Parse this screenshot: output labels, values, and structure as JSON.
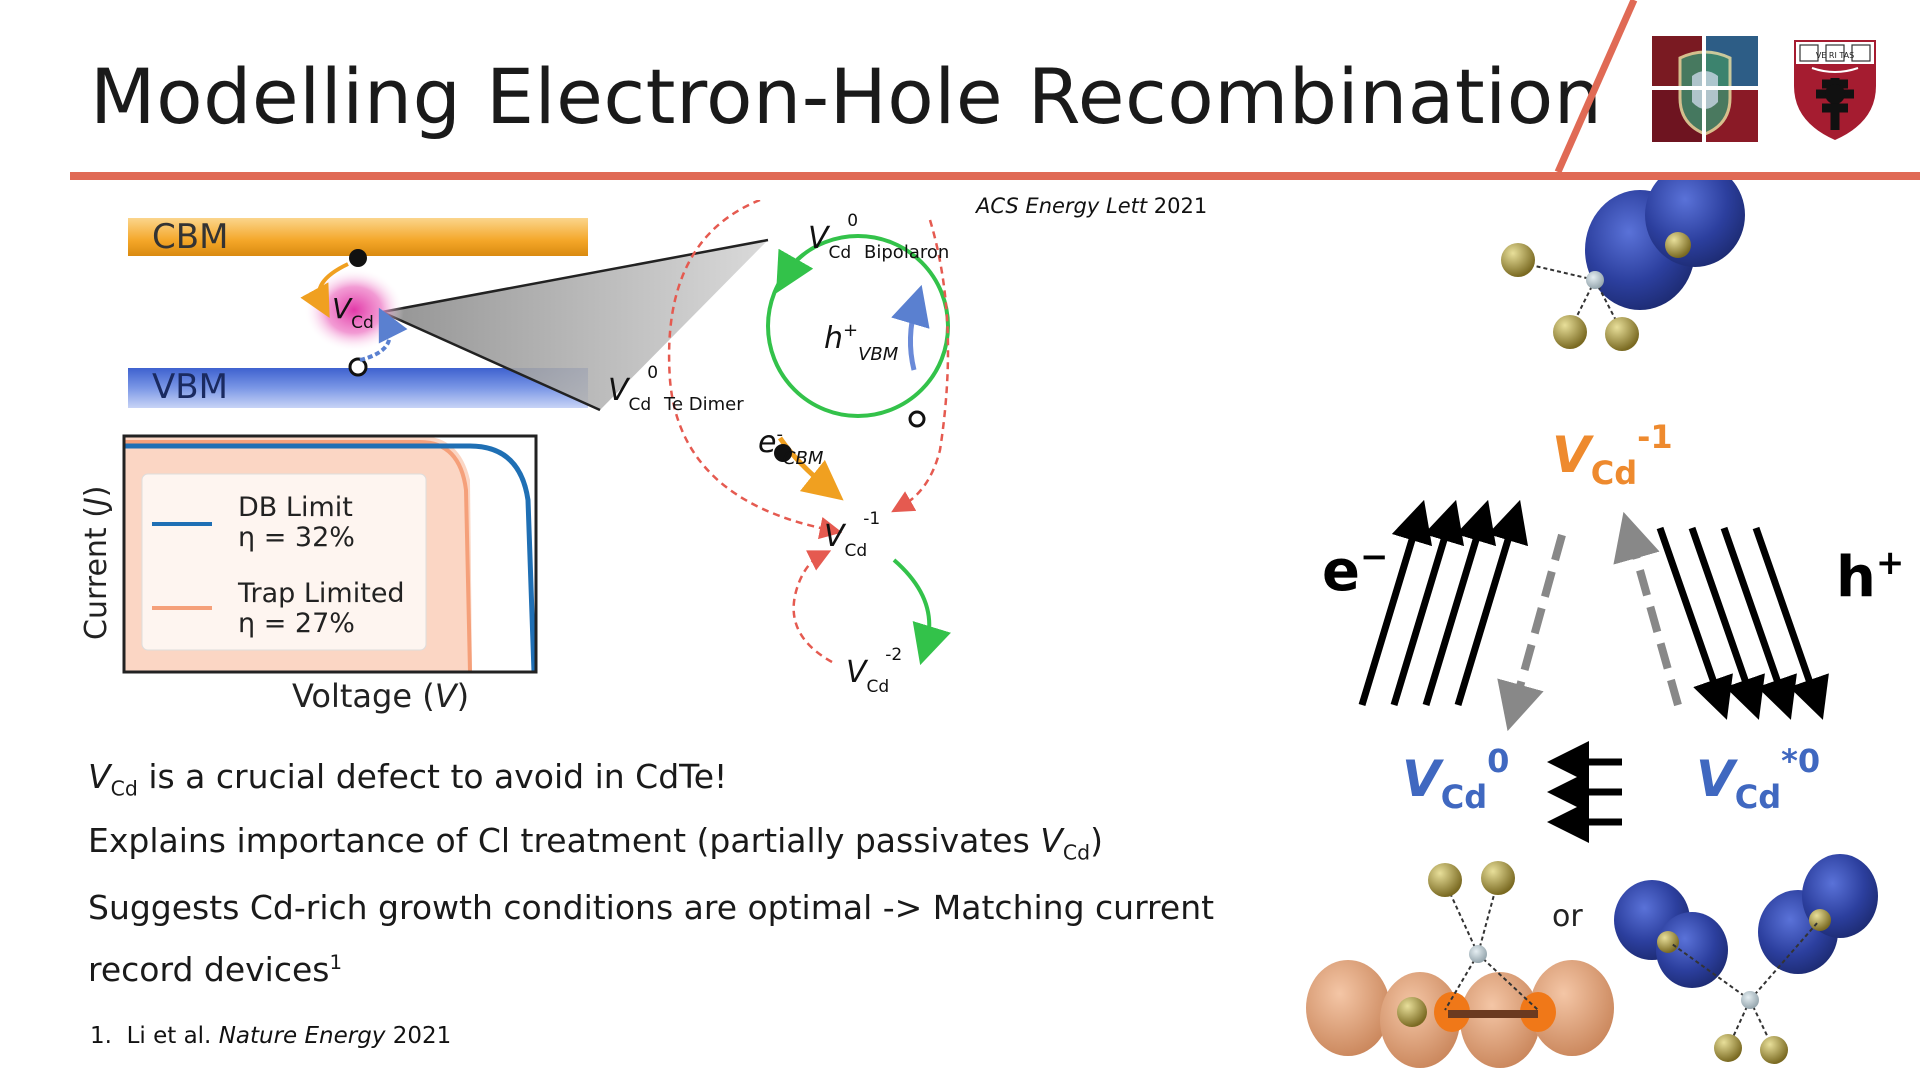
{
  "slide": {
    "title": "Modelling Electron-Hole Recombination",
    "citation_top": {
      "journal": "ACS Energy Lett",
      "year": "2021"
    }
  },
  "logos": [
    {
      "name": "harvard-college-shield-logo"
    },
    {
      "name": "harvard-seas-shield-logo",
      "lettering": "VERITAS"
    }
  ],
  "band_diagram": {
    "cbm_label": "CBM",
    "vbm_label": "VBM",
    "defect_main": "V",
    "defect_sub": "Cd"
  },
  "jv_plot": {
    "ylabel_text": "Current (",
    "ylabel_var": "J",
    "ylabel_close": ")",
    "xlabel_text": "Voltage (",
    "xlabel_var": "V",
    "xlabel_close": ")",
    "legend": [
      {
        "name": "DB Limit",
        "eff": "η = 32%",
        "color": "#1f6fb4"
      },
      {
        "name": "Trap Limited",
        "eff": "η = 27%",
        "color": "#f5a07a"
      }
    ]
  },
  "cycle_diagram": {
    "bipolaron_sup": "0",
    "bipolaron_label": "Bipolaron",
    "dimer_sup": "0",
    "dimer_label": "Te Dimer",
    "minus1_sup": "-1",
    "minus2_sup": "-2",
    "hole_label": "h",
    "hole_sup": "+",
    "hole_sub": "VBM",
    "electron_label": "e",
    "electron_sup": "-",
    "electron_sub": "CBM",
    "V": "V",
    "Cd": "Cd"
  },
  "right_panel": {
    "vcd_minus1": {
      "main": "V",
      "sub": "Cd",
      "sup": "-1"
    },
    "vcd_0": {
      "main": "V",
      "sub": "Cd",
      "sup": "0"
    },
    "vcd_star0": {
      "main": "V",
      "sub": "Cd",
      "sup": "*0"
    },
    "electron_label": "e",
    "electron_sup": "−",
    "hole_label": "h",
    "hole_sup": "+",
    "or_label": "or"
  },
  "bullets": {
    "b1_var": "V",
    "b1_sub": "Cd",
    "b1_rest": " is a crucial defect to avoid in CdTe!",
    "b2_text": "Explains importance of Cl treatment (partially passivates ",
    "b2_var": "V",
    "b2_sub": "Cd",
    "b2_close": ")",
    "b3_text": "Suggests Cd-rich growth conditions are optimal -> Matching current",
    "b4_text": "record devices",
    "b4_sup": "1"
  },
  "footnote": {
    "num": "1.",
    "authors": "Li et al.",
    "journal": "Nature Energy",
    "year": "2021"
  },
  "colors": {
    "accent_line": "#e06a55",
    "cbm_orange": "#f0a020",
    "vbm_blue": "#4f74d8",
    "orange_label": "#ee8a2e",
    "blue_label": "#4068c0",
    "green_arrow": "#33c24a",
    "red_dashed": "#e55a50"
  }
}
